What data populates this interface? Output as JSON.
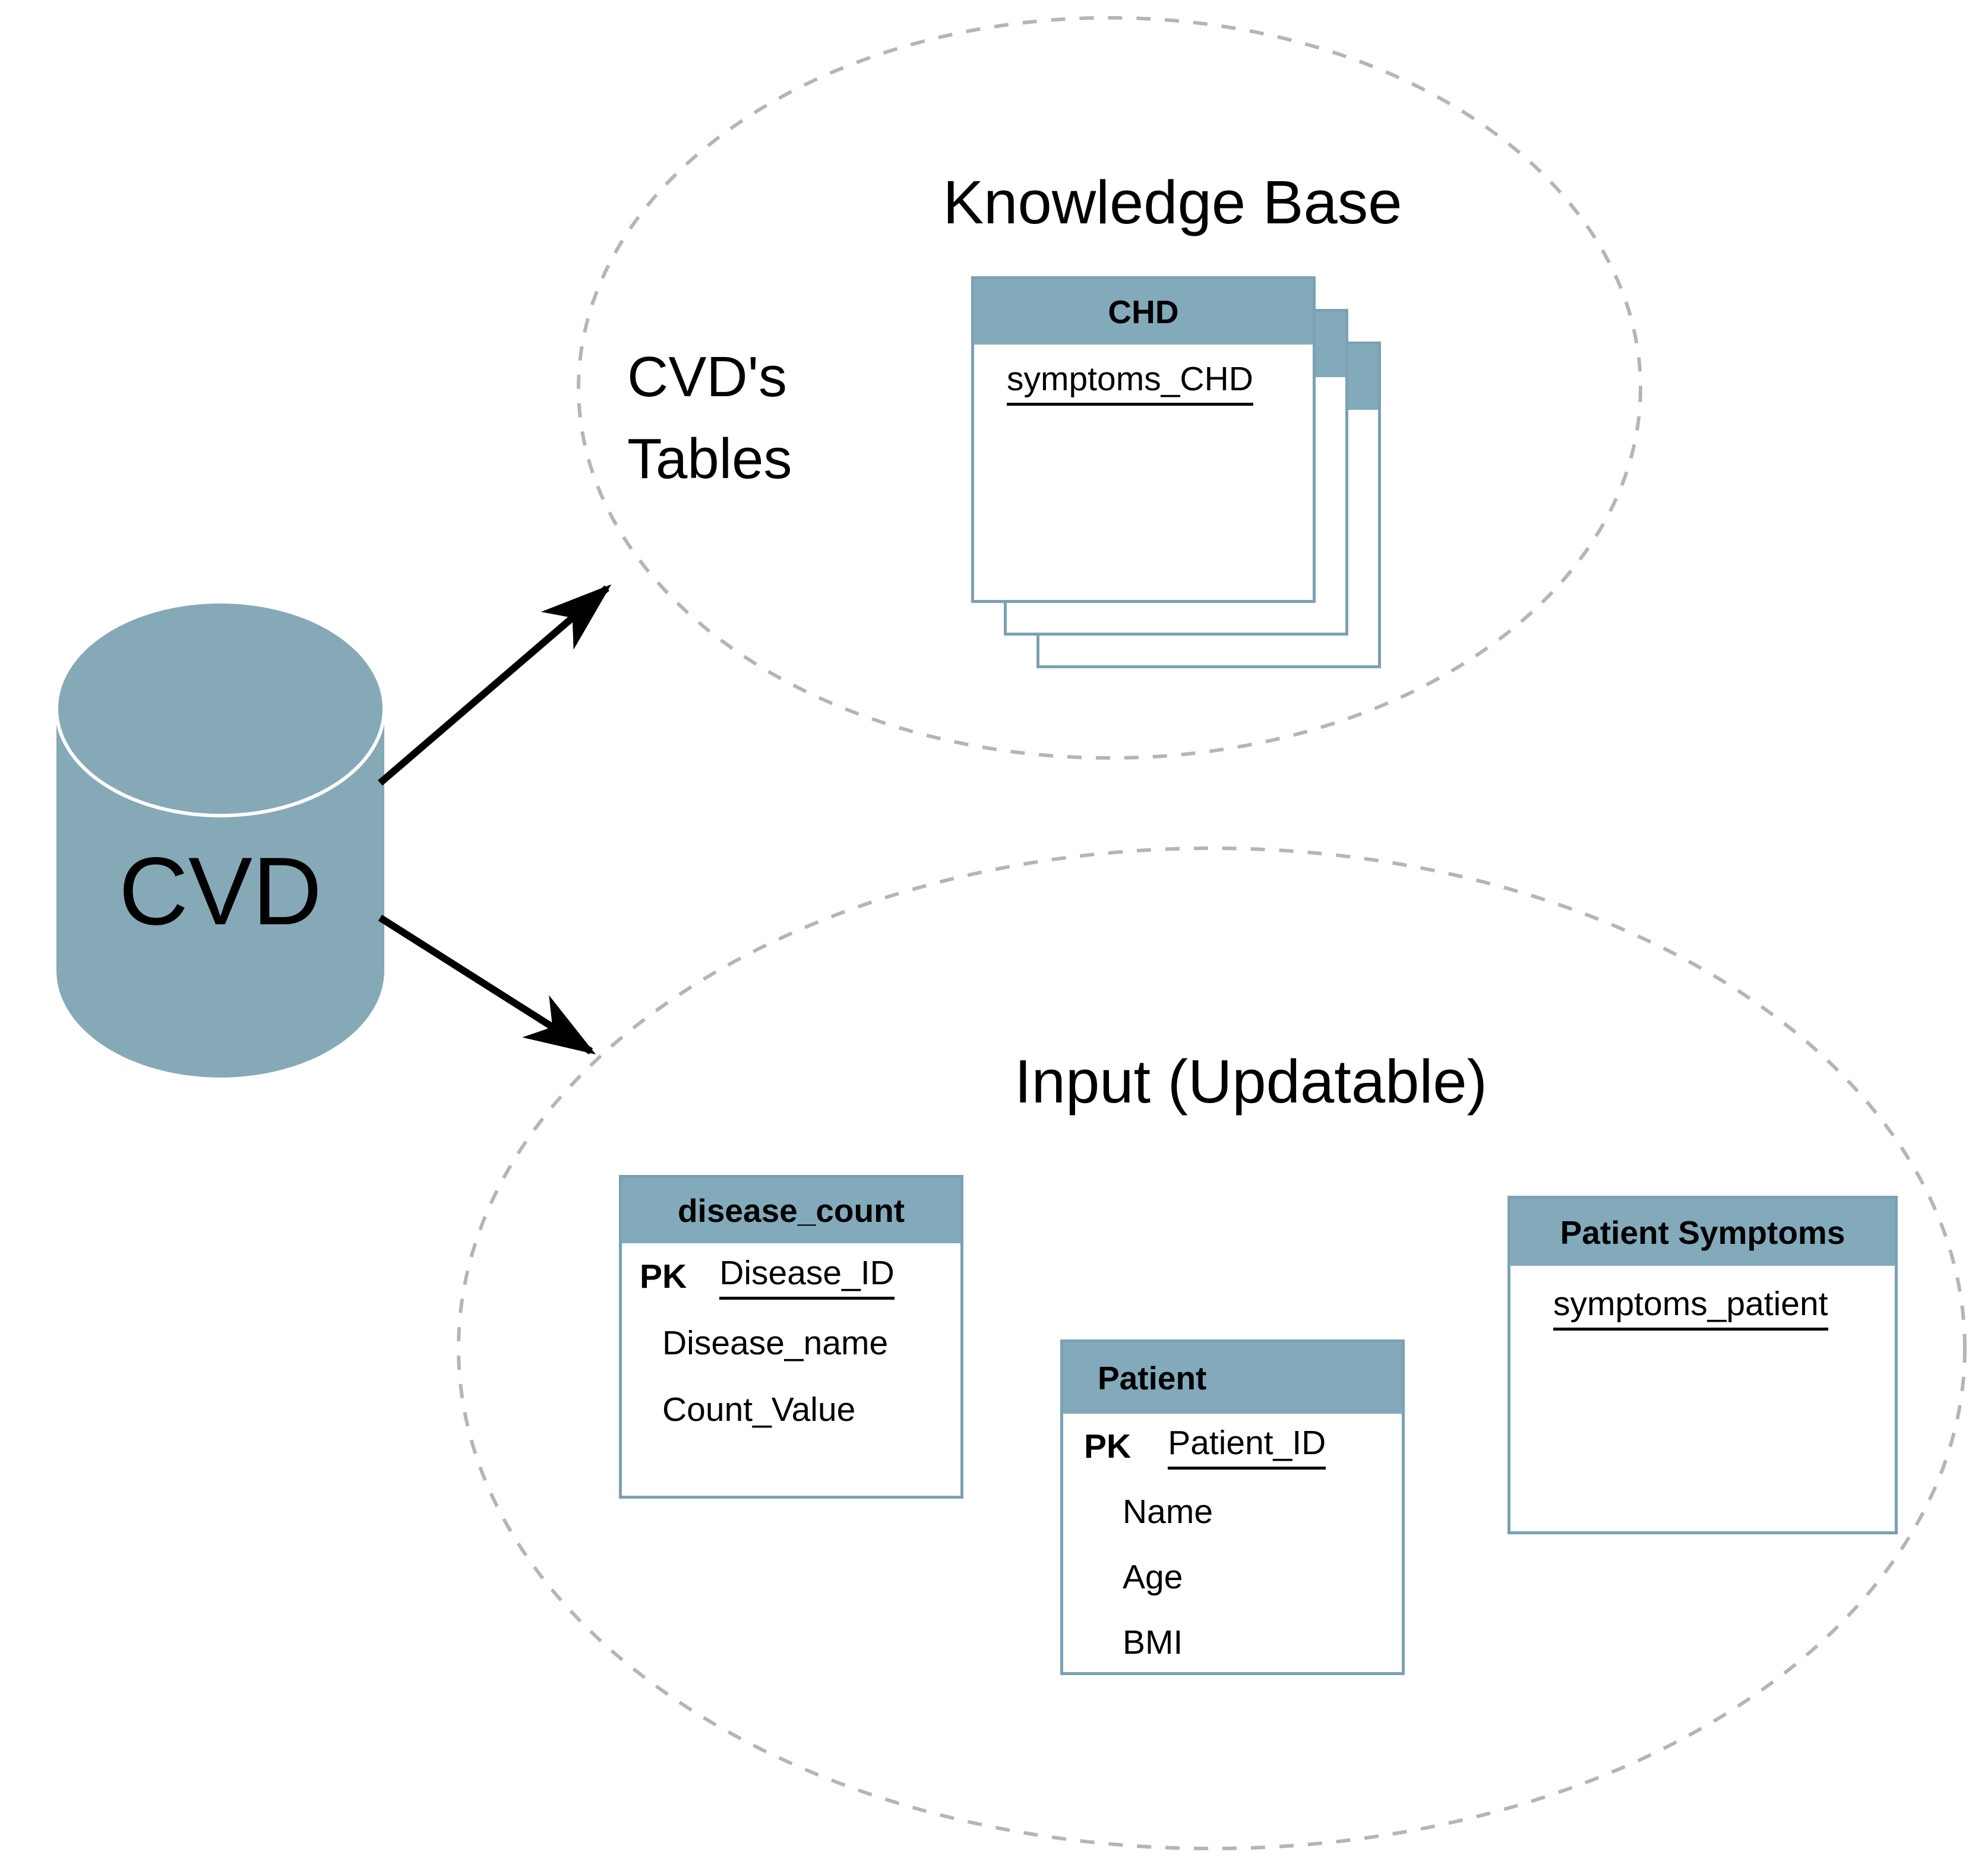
{
  "colors": {
    "header_fill": "#83aaba",
    "card_border": "#7ba1b3",
    "cylinder_fill": "#86a9b7",
    "ellipse_dash": "#b5b5b5",
    "arrow": "#000000"
  },
  "database": {
    "label": "CVD"
  },
  "knowledge_base": {
    "title": "Knowledge Base",
    "side_label": {
      "line1": "CVD's",
      "line2": "Tables"
    },
    "chd_stack": {
      "stack_count": 3,
      "title": "CHD",
      "field": "symptoms_CHD"
    }
  },
  "input_area": {
    "title": "Input (Updatable)",
    "tables": {
      "disease_count": {
        "title": "disease_count",
        "pk": {
          "label": "PK",
          "field": "Disease_ID"
        },
        "fields": [
          "Disease_name",
          "Count_Value"
        ]
      },
      "patient": {
        "title": "Patient",
        "pk": {
          "label": "PK",
          "field": "Patient_ID"
        },
        "fields": [
          "Name",
          "Age",
          "BMI"
        ]
      },
      "patient_symptoms": {
        "title": "Patient Symptoms",
        "field": "symptoms_patient"
      }
    }
  }
}
